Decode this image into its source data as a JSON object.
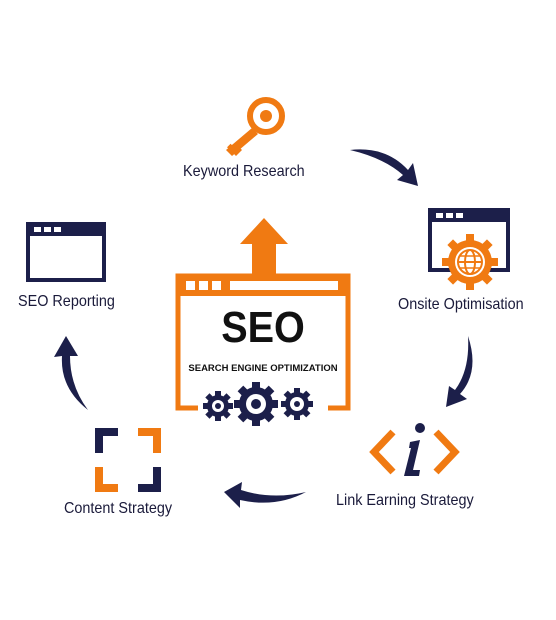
{
  "diagram": {
    "center": {
      "title": "SEO",
      "subtitle": "SEARCH ENGINE OPTIMIZATION"
    },
    "steps": [
      {
        "label": "Keyword Research",
        "icon": "key-icon"
      },
      {
        "label": "Onsite Optimisation",
        "icon": "browser-globe-gear-icon"
      },
      {
        "label": "Link Earning Strategy",
        "icon": "info-code-icon"
      },
      {
        "label": "Content Strategy",
        "icon": "frame-corners-icon"
      },
      {
        "label": "SEO Reporting",
        "icon": "browser-window-icon"
      }
    ],
    "colors": {
      "navy": "#1c1f4a",
      "orange": "#f07a12"
    }
  }
}
